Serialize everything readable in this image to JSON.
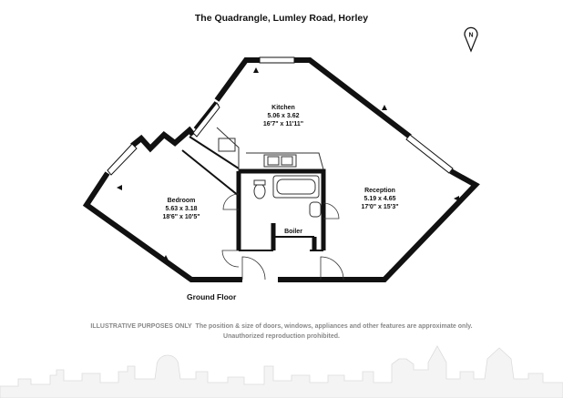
{
  "header": {
    "title": "The Quadrangle, Lumley Road, Horley"
  },
  "compass": {
    "label": "N"
  },
  "rooms": {
    "kitchen": {
      "name": "Kitchen",
      "metric": "5.06 x 3.62",
      "imperial": "16'7\" x 11'11\""
    },
    "reception": {
      "name": "Reception",
      "metric": "5.19 x 4.65",
      "imperial": "17'0\" x 15'3\""
    },
    "bedroom": {
      "name": "Bedroom",
      "metric": "5.63 x 3.18",
      "imperial": "18'6\" x 10'5\""
    },
    "boiler": {
      "name": "Boiler"
    }
  },
  "floor": {
    "label": "Ground Floor"
  },
  "disclaimer": {
    "line1_lead": "ILLUSTRATIVE PURPOSES ONLY",
    "line1_rest": "The position & size of doors, windows, appliances and other features are approximate only.",
    "line2": "Unauthorized reproduction prohibited."
  }
}
